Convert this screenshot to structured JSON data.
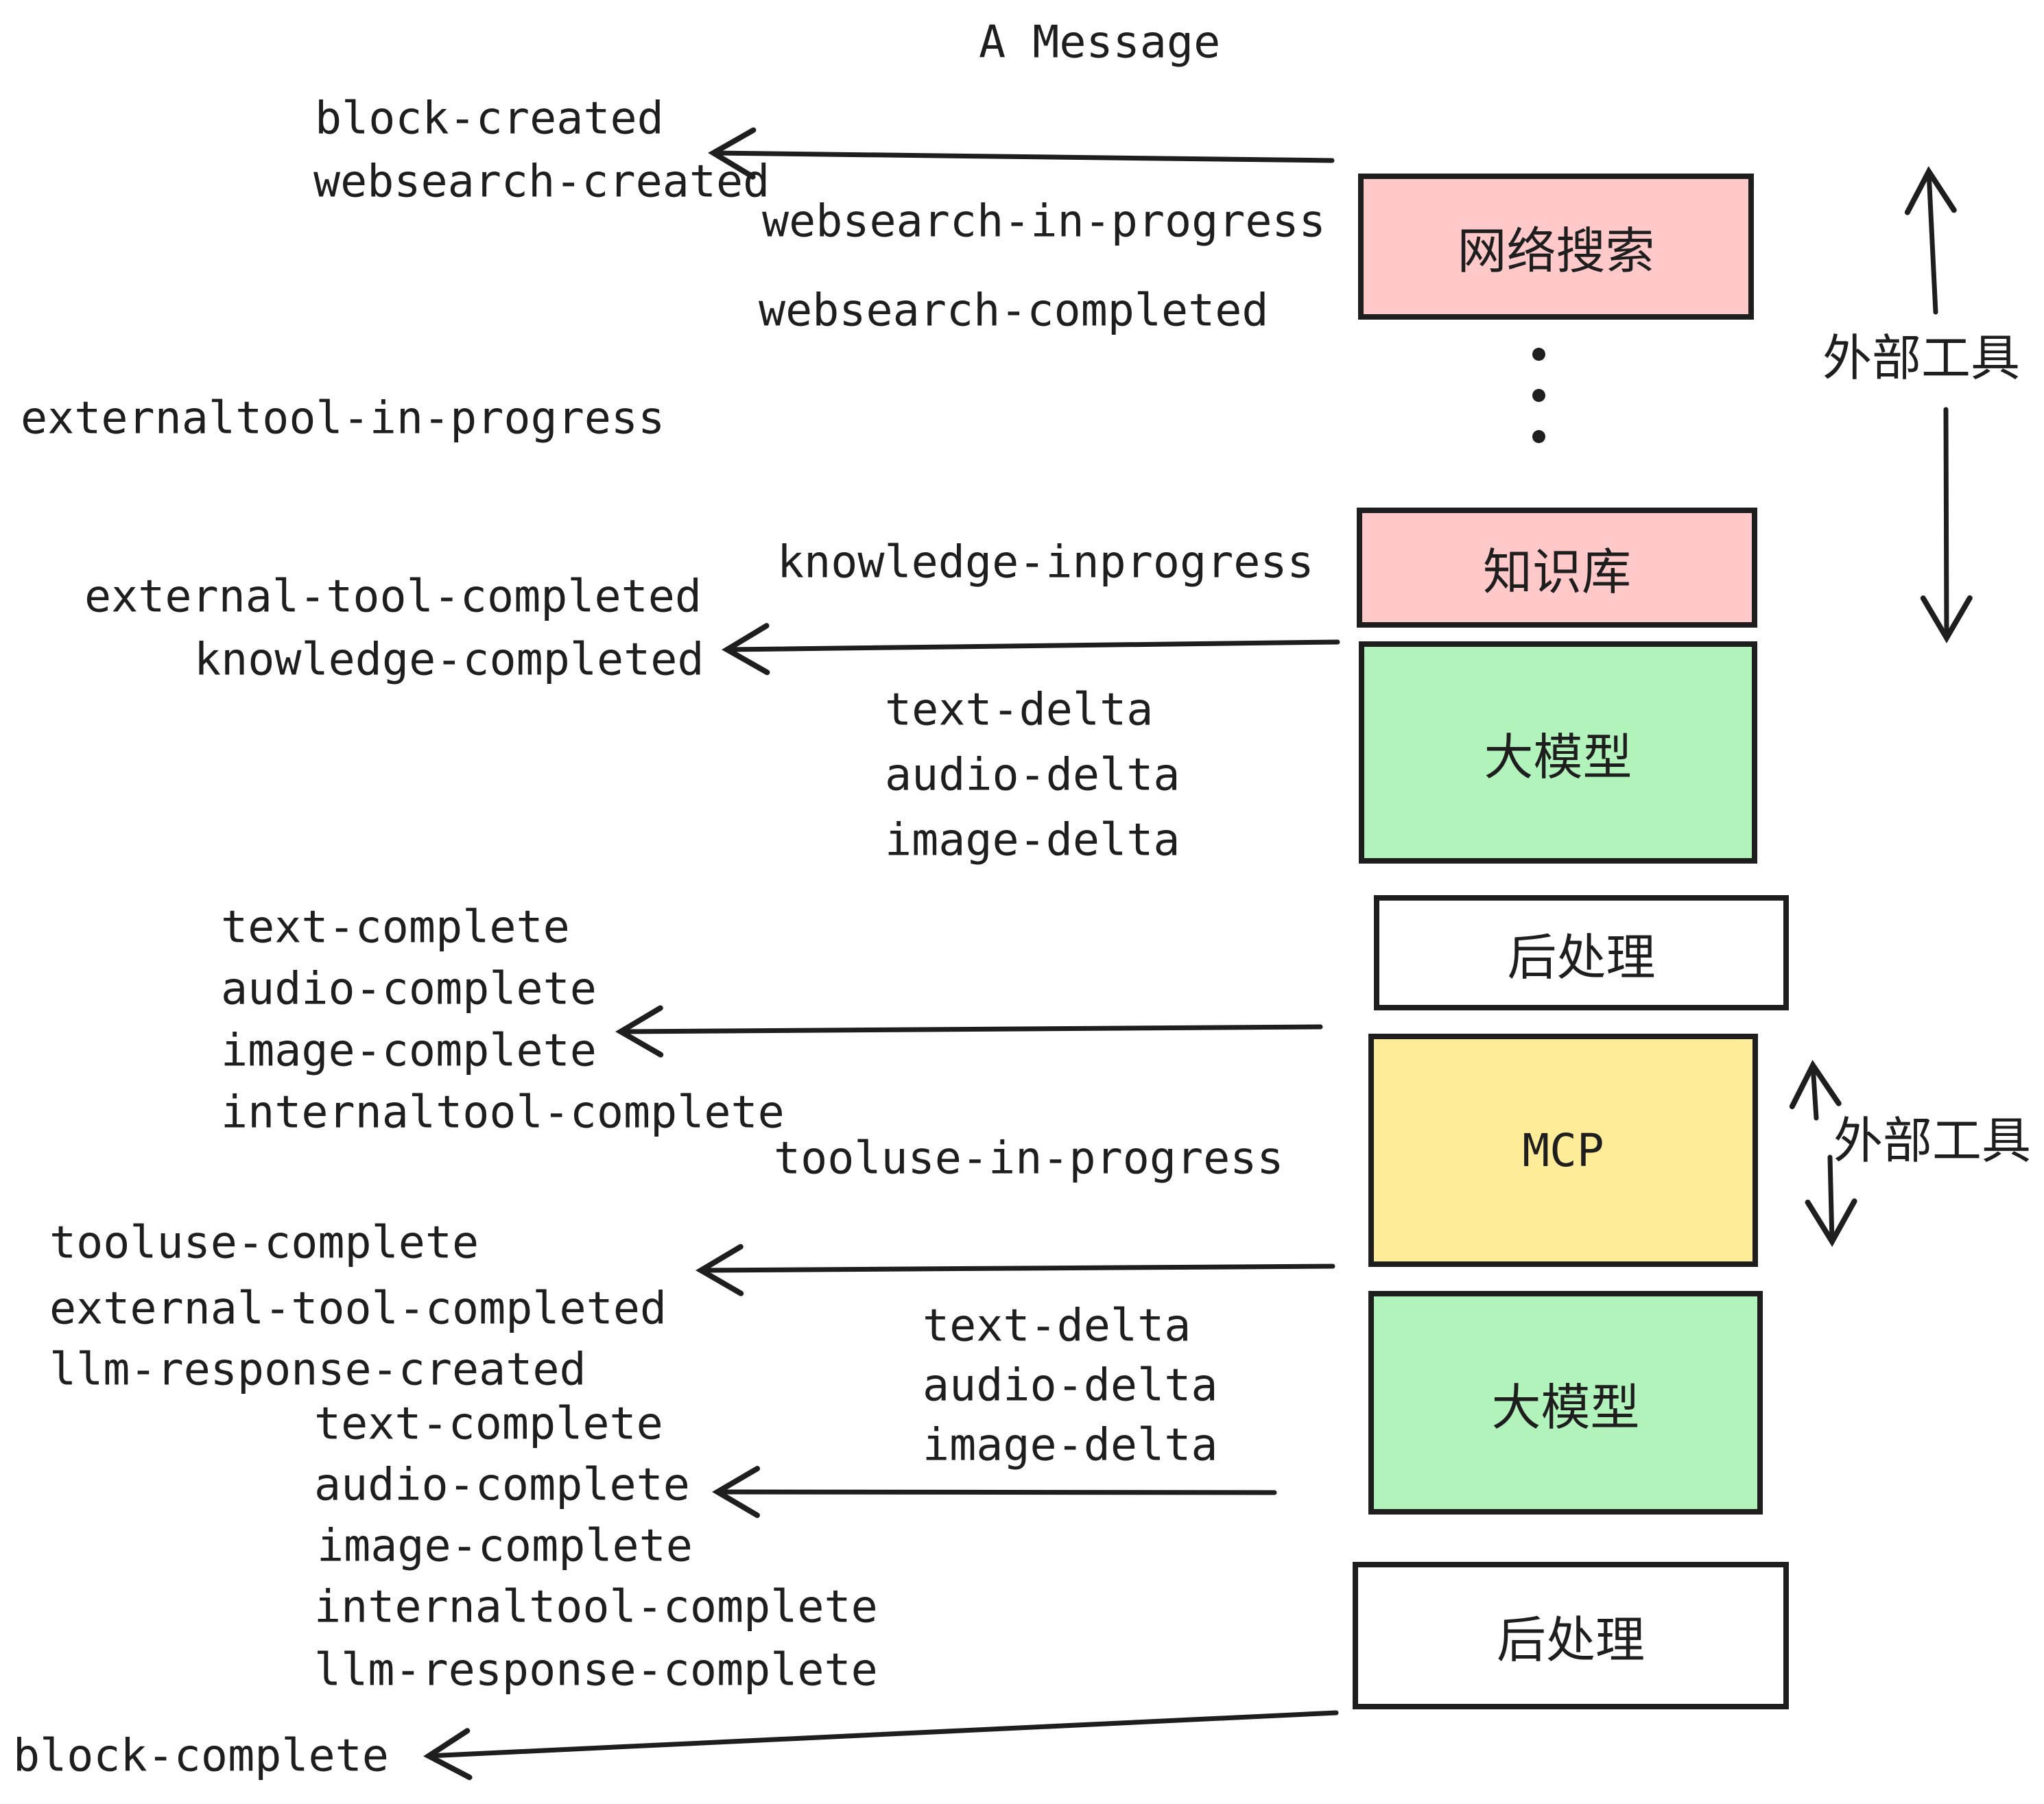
{
  "title": "A Message",
  "boxes": {
    "websearch": "网络搜索",
    "knowledge": "知识库",
    "llm1": "大模型",
    "post1": "后处理",
    "mcp": "MCP",
    "llm2": "大模型",
    "post2": "后处理"
  },
  "side": {
    "external_tools_top": "外部工具",
    "external_tools_mid": "外部工具"
  },
  "events": {
    "block_created": "block-created",
    "websearch_created": "websearch-created",
    "websearch_in_progress": "websearch-in-progress",
    "websearch_completed": "websearch-completed",
    "externaltool_in_progress": "externaltool-in-progress",
    "knowledge_inprogress": "knowledge-inprogress",
    "external_tool_completed_1": "external-tool-completed",
    "knowledge_completed": "knowledge-completed",
    "text_delta_1": "text-delta",
    "audio_delta_1": "audio-delta",
    "image_delta_1": "image-delta",
    "text_complete_1": "text-complete",
    "audio_complete_1": "audio-complete",
    "image_complete_1": "image-complete",
    "internaltool_complete_1": "internaltool-complete",
    "tooluse_in_progress": "tooluse-in-progress",
    "tooluse_complete": "tooluse-complete",
    "external_tool_completed_2": "external-tool-completed",
    "llm_response_created": "llm-response-created",
    "text_complete_2": "text-complete",
    "audio_complete_2": "audio-complete",
    "image_complete_2": "image-complete",
    "internaltool_complete_2": "internaltool-complete",
    "llm_response_complete": "llm-response-complete",
    "block_complete": "block-complete"
  },
  "colors": {
    "pink": "#ffc9c9",
    "green": "#b2f2bb",
    "yellow": "#ffec99",
    "white": "#ffffff",
    "stroke": "#1e1e1e"
  }
}
